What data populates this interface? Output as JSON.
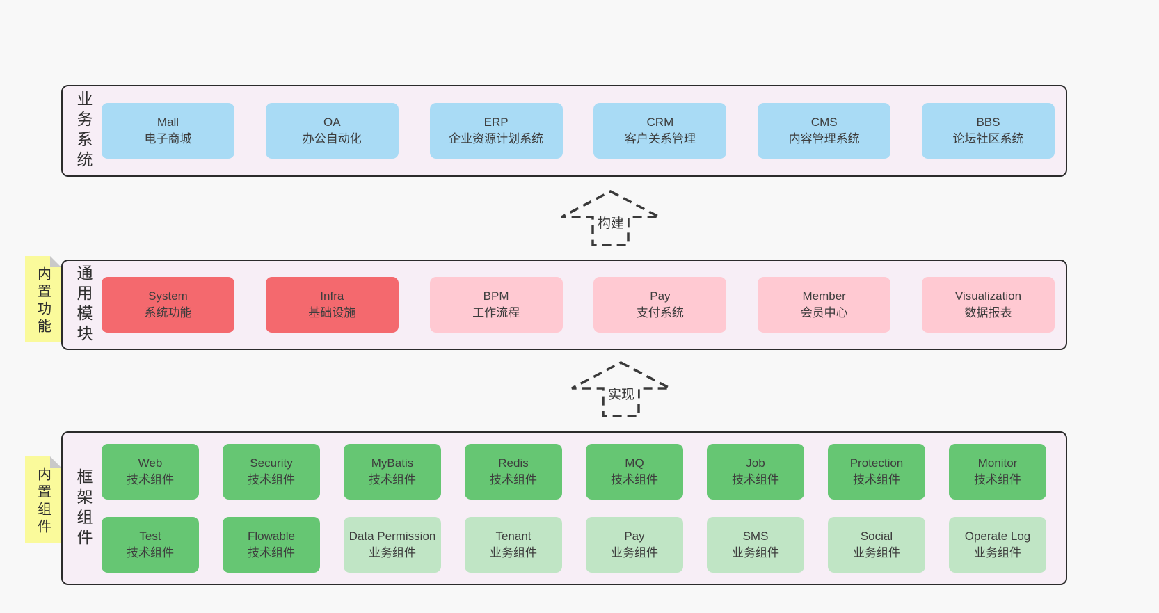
{
  "colors": {
    "page_background": "#f8f8f8",
    "band_background": "#f7eef6",
    "band_border": "#2b2b2b",
    "business_box": "#a9dbf5",
    "core_module_box": "#f4696e",
    "optional_module_box": "#ffc9d2",
    "tech_component_box": "#66c673",
    "biz_component_box": "#c0e5c5",
    "sticky_note": "#fafa9b"
  },
  "arrows": [
    {
      "label": "构建"
    },
    {
      "label": "实现"
    }
  ],
  "bands": [
    {
      "label": "业务系统",
      "sticky": null,
      "rows": [
        [
          {
            "name": "Mall",
            "desc": "电子商城"
          },
          {
            "name": "OA",
            "desc": "办公自动化"
          },
          {
            "name": "ERP",
            "desc": "企业资源计划系统"
          },
          {
            "name": "CRM",
            "desc": "客户关系管理"
          },
          {
            "name": "CMS",
            "desc": "内容管理系统"
          },
          {
            "name": "BBS",
            "desc": "论坛社区系统"
          }
        ]
      ]
    },
    {
      "label": "通用模块",
      "sticky": "内置功能",
      "rows": [
        [
          {
            "name": "System",
            "desc": "系统功能"
          },
          {
            "name": "Infra",
            "desc": "基础设施"
          },
          {
            "name": "BPM",
            "desc": "工作流程"
          },
          {
            "name": "Pay",
            "desc": "支付系统"
          },
          {
            "name": "Member",
            "desc": "会员中心"
          },
          {
            "name": "Visualization",
            "desc": "数据报表"
          }
        ]
      ]
    },
    {
      "label": "框架组件",
      "sticky": "内置组件",
      "rows": [
        [
          {
            "name": "Web",
            "desc": "技术组件"
          },
          {
            "name": "Security",
            "desc": "技术组件"
          },
          {
            "name": "MyBatis",
            "desc": "技术组件"
          },
          {
            "name": "Redis",
            "desc": "技术组件"
          },
          {
            "name": "MQ",
            "desc": "技术组件"
          },
          {
            "name": "Job",
            "desc": "技术组件"
          },
          {
            "name": "Protection",
            "desc": "技术组件"
          },
          {
            "name": "Monitor",
            "desc": "技术组件"
          }
        ],
        [
          {
            "name": "Test",
            "desc": "技术组件"
          },
          {
            "name": "Flowable",
            "desc": "技术组件"
          },
          {
            "name": "Data Permission",
            "desc": "业务组件"
          },
          {
            "name": "Tenant",
            "desc": "业务组件"
          },
          {
            "name": "Pay",
            "desc": "业务组件"
          },
          {
            "name": "SMS",
            "desc": "业务组件"
          },
          {
            "name": "Social",
            "desc": "业务组件"
          },
          {
            "name": "Operate Log",
            "desc": "业务组件"
          }
        ]
      ]
    }
  ]
}
